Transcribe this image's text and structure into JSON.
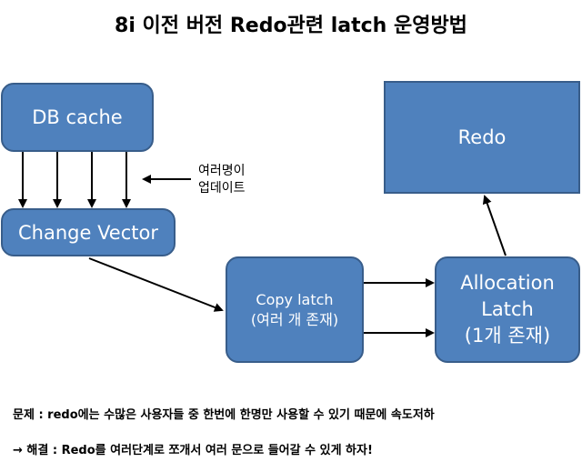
{
  "title": "8i 이전 버전 Redo관련 latch 운영방법",
  "boxes": {
    "db_cache": "DB cache",
    "change_vector": "Change Vector",
    "copy_latch": "Copy latch\n(여러 개 존재)",
    "allocation_latch": "Allocation\nLatch\n(1개 존재)",
    "redo": "Redo"
  },
  "note": "여러명이\n업데이트",
  "footer": {
    "problem": "문제 : redo에는 수많은 사용자들 중 한번에 한명만 사용할 수 있기 때문에 속도저하",
    "solution": "→ 해결 : Redo를 여러단계로 쪼개서 여러 문으로 들어갈 수 있게 하자!"
  }
}
